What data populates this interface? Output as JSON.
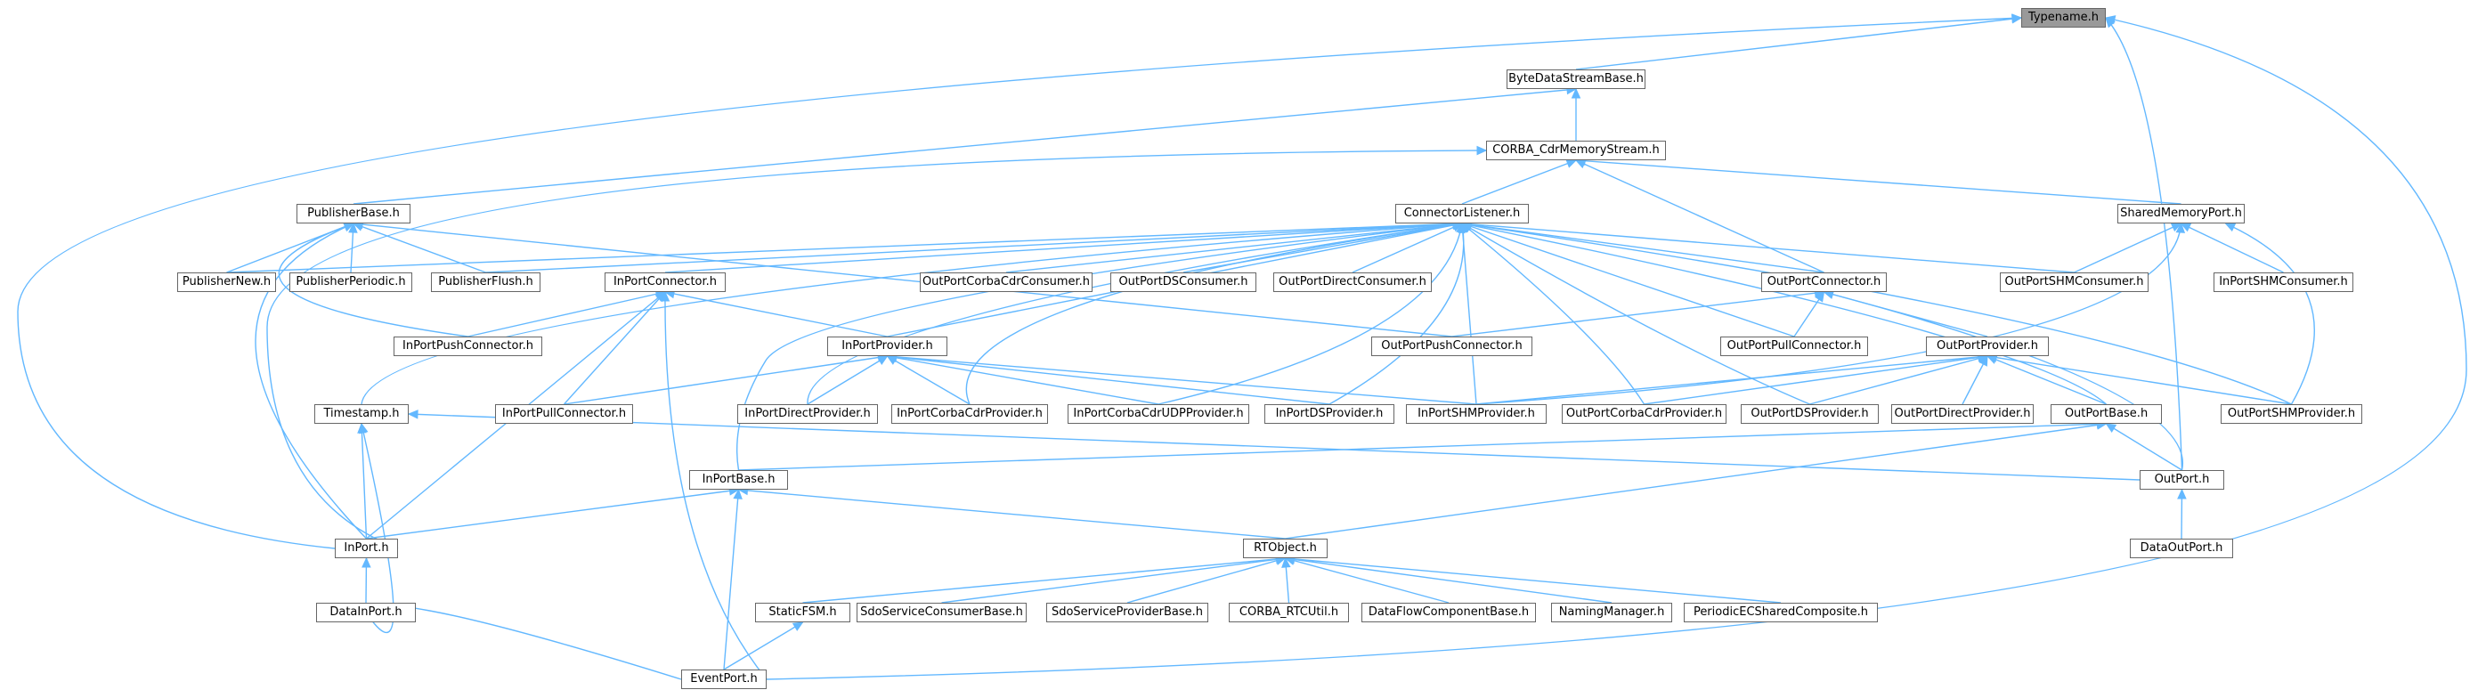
{
  "diagram": {
    "type": "include-dependency-graph",
    "colors": {
      "node_border": "#666666",
      "root_fill": "#999999",
      "node_fill": "#ffffff",
      "edge": "#63b8ff"
    },
    "nodes": {
      "typename": "Typename.h",
      "bytedata": "ByteDataStreamBase.h",
      "cdrmem": "CORBA_CdrMemoryStream.h",
      "pubbase": "PublisherBase.h",
      "connlistener": "ConnectorListener.h",
      "shmport": "SharedMemoryPort.h",
      "pubnew": "PublisherNew.h",
      "pubperiodic": "PublisherPeriodic.h",
      "pubflush": "PublisherFlush.h",
      "inportconn": "InPortConnector.h",
      "outcorbacons": "OutPortCorbaCdrConsumer.h",
      "outdscons": "OutPortDSConsumer.h",
      "outdirectcons": "OutPortDirectConsumer.h",
      "outportconn": "OutPortConnector.h",
      "outshmcons": "OutPortSHMConsumer.h",
      "inshmcons": "InPortSHMConsumer.h",
      "inpushconn": "InPortPushConnector.h",
      "inportprov": "InPortProvider.h",
      "outpushconn": "OutPortPushConnector.h",
      "outpullconn": "OutPortPullConnector.h",
      "outportprov": "OutPortProvider.h",
      "timestamp": "Timestamp.h",
      "inpullconn": "InPortPullConnector.h",
      "indirectprov": "InPortDirectProvider.h",
      "incorbaprov": "InPortCorbaCdrProvider.h",
      "incorbaudp": "InPortCorbaCdrUDPProvider.h",
      "indsprov": "InPortDSProvider.h",
      "inshmprov": "InPortSHMProvider.h",
      "outcorbaprov": "OutPortCorbaCdrProvider.h",
      "outdsprov": "OutPortDSProvider.h",
      "outdirectprov": "OutPortDirectProvider.h",
      "outportbase": "OutPortBase.h",
      "outshmprov": "OutPortSHMProvider.h",
      "inportbase": "InPortBase.h",
      "outport": "OutPort.h",
      "inport": "InPort.h",
      "rtobject": "RTObject.h",
      "dataoutport": "DataOutPort.h",
      "datainport": "DataInPort.h",
      "staticfsm": "StaticFSM.h",
      "sdocons": "SdoServiceConsumerBase.h",
      "sdoprov": "SdoServiceProviderBase.h",
      "corbartcutil": "CORBA_RTCUtil.h",
      "dfcbase": "DataFlowComponentBase.h",
      "namingmgr": "NamingManager.h",
      "periodicec": "PeriodicECSharedComposite.h",
      "eventport": "EventPort.h"
    }
  }
}
